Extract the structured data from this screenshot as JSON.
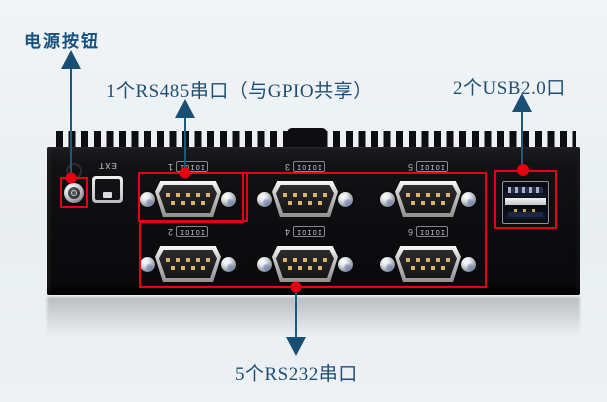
{
  "colors": {
    "accent_red": "#e60012",
    "line_blue": "#1a5a7d",
    "arrow_blue": "#1a4f74",
    "label_blue": "#1d4e74",
    "power_label_blue": "#155181"
  },
  "annotations": {
    "power": {
      "label": "电源按钮"
    },
    "rs485": {
      "label": "1个RS485串口（与GPIO共享）"
    },
    "usb": {
      "label": "2个USB2.0口"
    },
    "rs232": {
      "label": "5个RS232串口"
    }
  },
  "device": {
    "ext_label": "EXT",
    "port_icon": "IOIOI",
    "ports": [
      {
        "number": "1"
      },
      {
        "number": "2"
      },
      {
        "number": "3"
      },
      {
        "number": "4"
      },
      {
        "number": "5"
      },
      {
        "number": "6"
      }
    ]
  }
}
